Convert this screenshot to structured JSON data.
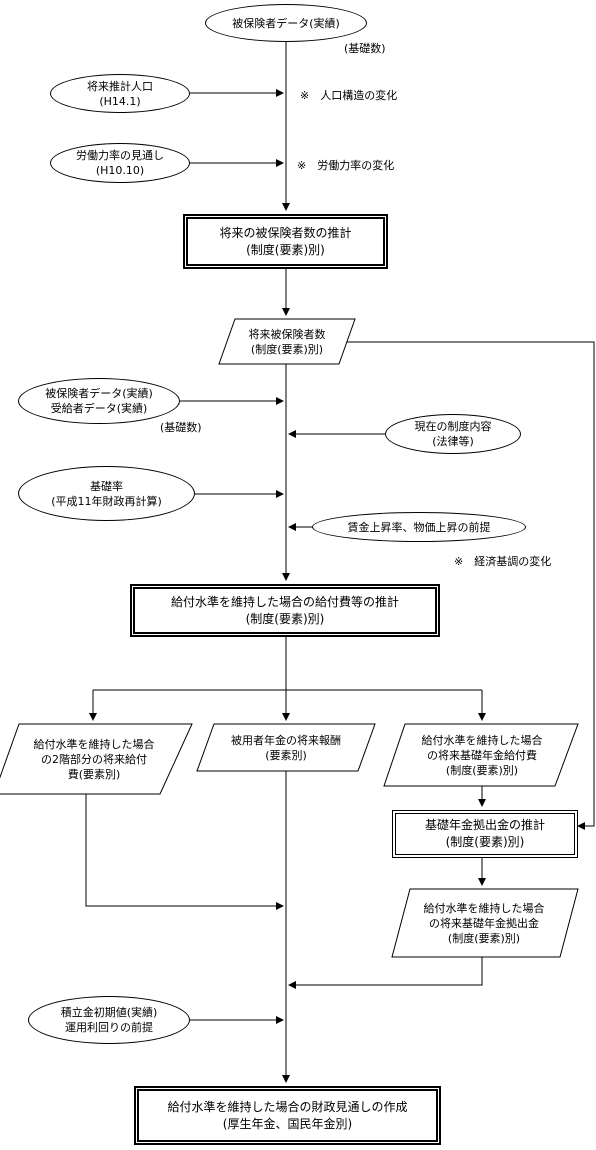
{
  "nodes": {
    "insured_data": "被保険者データ(実績)",
    "future_population": "将来推計人口\n(H14.1)",
    "labor_force": "労働力率の見通し\n(H10.10)",
    "insured_projection": "将来の被保険者数の推計\n(制度(要素)別)",
    "future_insured": "将来被保険者数\n(制度(要素)別)",
    "insured_beneficiary_data": "被保険者データ(実績)\n受給者データ(実績)",
    "current_system": "現在の制度内容\n(法律等)",
    "base_rate": "基礎率\n(平成11年財政再計算)",
    "wage_price": "賃金上昇率、物価上昇の前提",
    "benefit_projection": "給付水準を維持した場合の給付費等の推計\n(制度(要素)別)",
    "second_tier": "給付水準を維持した場合\nの2階部分の将来給付\n費(要素別)",
    "future_remuneration": "被用者年金の将来報酬\n(要素別)",
    "basic_pension_benefit": "給付水準を維持した場合\nの将来基礎年金給付費\n(制度(要素)別)",
    "basic_contribution_projection": "基礎年金拠出金の推計\n(制度(要素)別)",
    "basic_contribution": "給付水準を維持した場合\nの将来基礎年金拠出金\n(制度(要素)別)",
    "reserve_fund": "積立金初期値(実績)\n運用利回りの前提",
    "fiscal_outlook": "給付水準を維持した場合の財政見通しの作成\n(厚生年金、国民年金別)"
  },
  "notes": {
    "base_count_1": "(基礎数)",
    "population_change": "※　人口構造の変化",
    "labor_change": "※　労働力率の変化",
    "base_count_2": "(基礎数)",
    "economic_change": "※　経済基調の変化"
  }
}
